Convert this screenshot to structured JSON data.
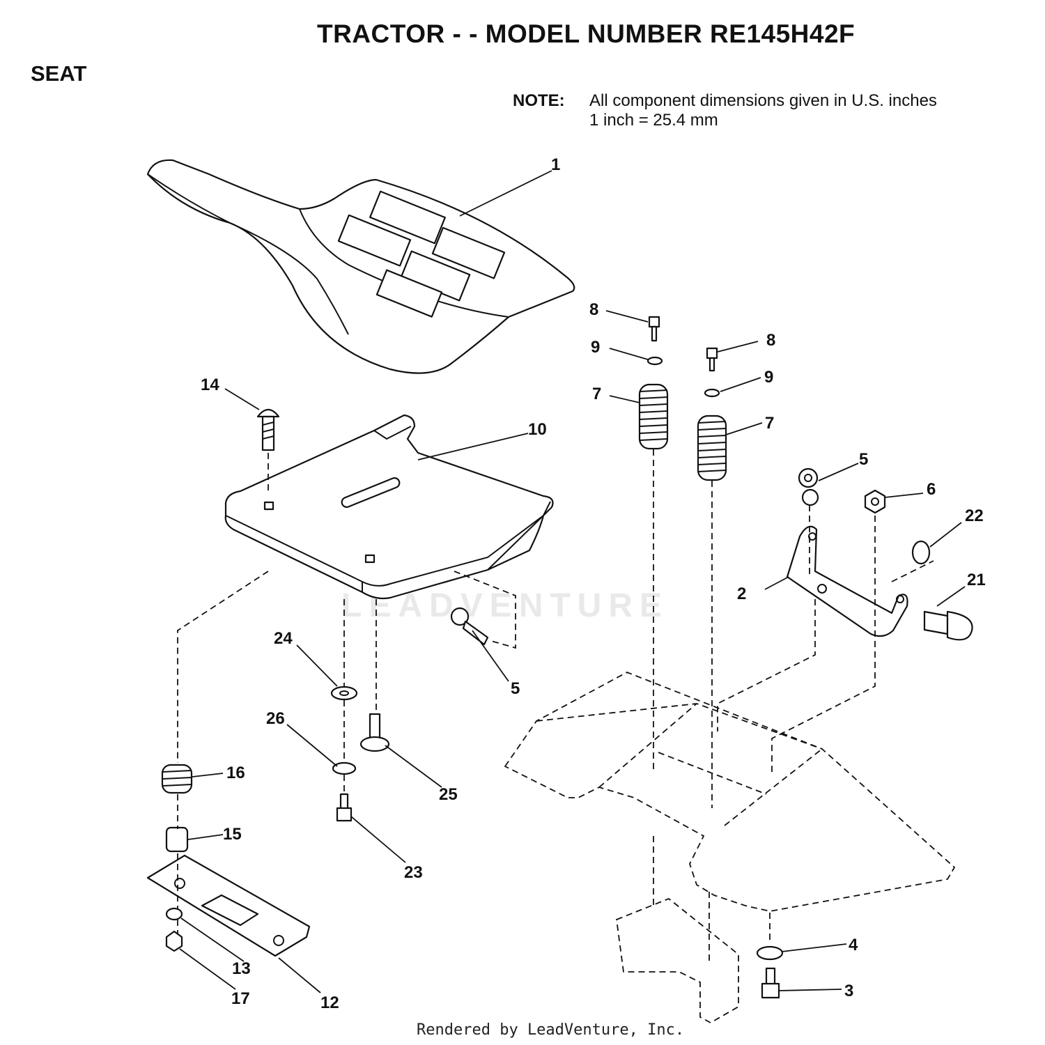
{
  "header": {
    "title": "TRACTOR - - MODEL NUMBER RE145H42F",
    "section": "SEAT",
    "note_label": "NOTE:",
    "note_line1": "All component dimensions given in U.S. inches",
    "note_line2": "1 inch = 25.4 mm"
  },
  "watermark": "LEADVENTURE",
  "footer": "Rendered by LeadVenture, Inc.",
  "callouts": [
    "1",
    "2",
    "3",
    "4",
    "5",
    "5",
    "6",
    "7",
    "7",
    "8",
    "8",
    "9",
    "9",
    "10",
    "12",
    "13",
    "14",
    "15",
    "16",
    "17",
    "21",
    "22",
    "23",
    "24",
    "25",
    "26"
  ]
}
